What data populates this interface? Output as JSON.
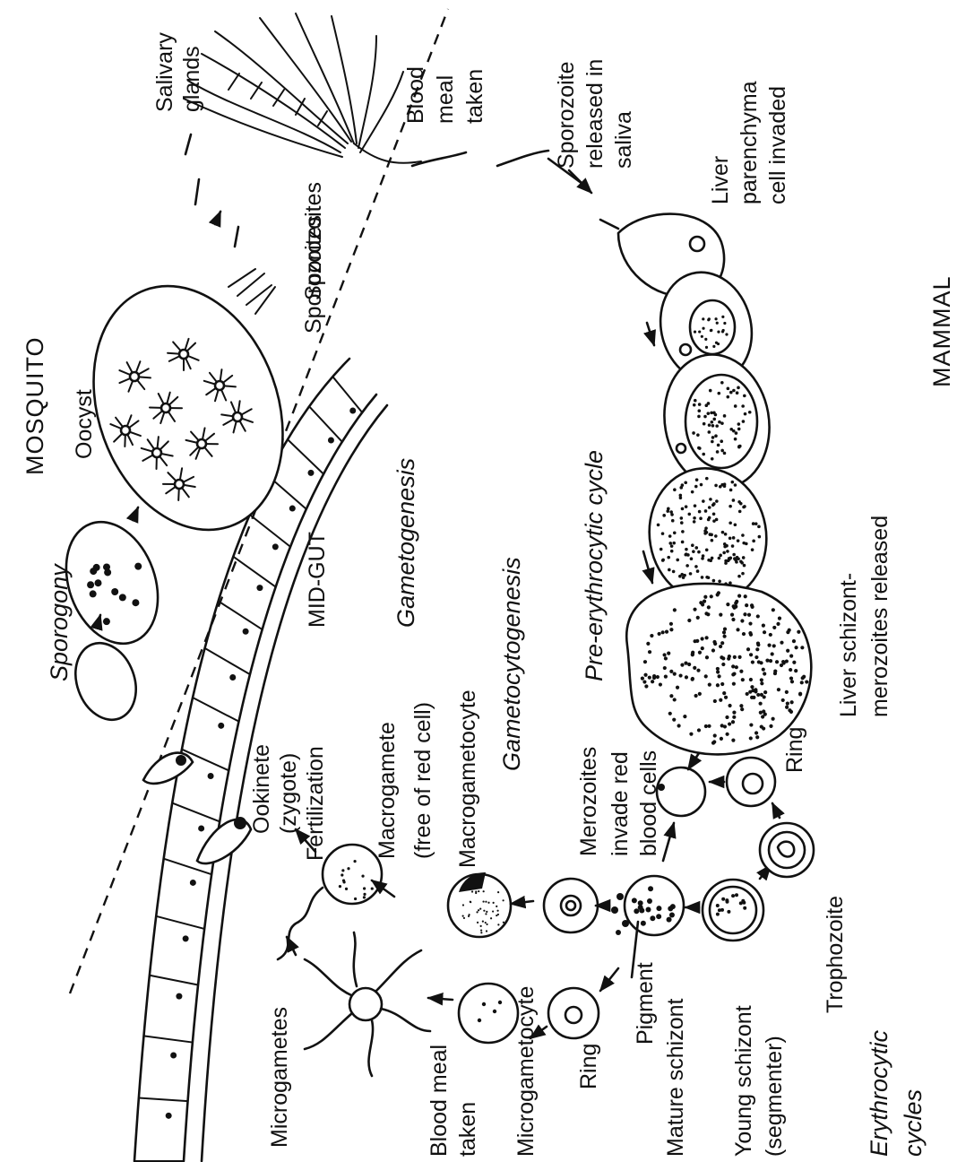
{
  "regions": {
    "top": "MOSQUITO",
    "bottom": "MAMMAL",
    "gut": "MID-GUT"
  },
  "processes": {
    "sporogony": "Sporogony",
    "gametogenesis": "Gametogenesis",
    "gametocytogenesis": "Gametocytogenesis",
    "pre_erythrocytic": "Pre-erythrocytic cycle",
    "erythrocytic_1": "Erythrocytic",
    "erythrocytic_2": "cycles"
  },
  "labels": {
    "salivary_1": "Salivary",
    "salivary_2": "glands",
    "blood_meal_top_1": "Blood",
    "blood_meal_top_2": "meal",
    "blood_meal_top_3": "taken",
    "sporozoite_saliva_1": "Sporozoite",
    "sporozoite_saliva_2": "released in",
    "sporozoite_saliva_3": "saliva",
    "liver_invaded_1": "Liver",
    "liver_invaded_2": "parenchyma",
    "liver_invaded_3": "cell invaded",
    "sporozoites_1": "Sporozoites",
    "sporozoites_2": "Sporozoites",
    "oocyst": "Oocyst",
    "ookinete_1": "Ookinete",
    "ookinete_2": "(zygote)",
    "fertilization": "Fertilization",
    "macrogamete_1": "Macrogamete",
    "macrogamete_2": "(free of red cell)",
    "microgametes": "Microgametes",
    "macrogametocyte": "Macrogametocyte",
    "merozoites_1": "Merozoites",
    "merozoites_2": "invade red",
    "merozoites_3": "blood cells",
    "liver_schizont_1": "Liver schizont-",
    "liver_schizont_2": "merozoites released",
    "ring_right": "Ring",
    "trophozoite": "Trophozoite",
    "blood_meal_bottom_1": "Blood meal",
    "blood_meal_bottom_2": "taken",
    "microgametocyte": "Microgametocyte",
    "ring_left": "Ring",
    "pigment": "Pigment",
    "mature_schizont": "Mature schizont",
    "young_schizont_1": "Young schizont",
    "young_schizont_2": "(segmenter)"
  }
}
